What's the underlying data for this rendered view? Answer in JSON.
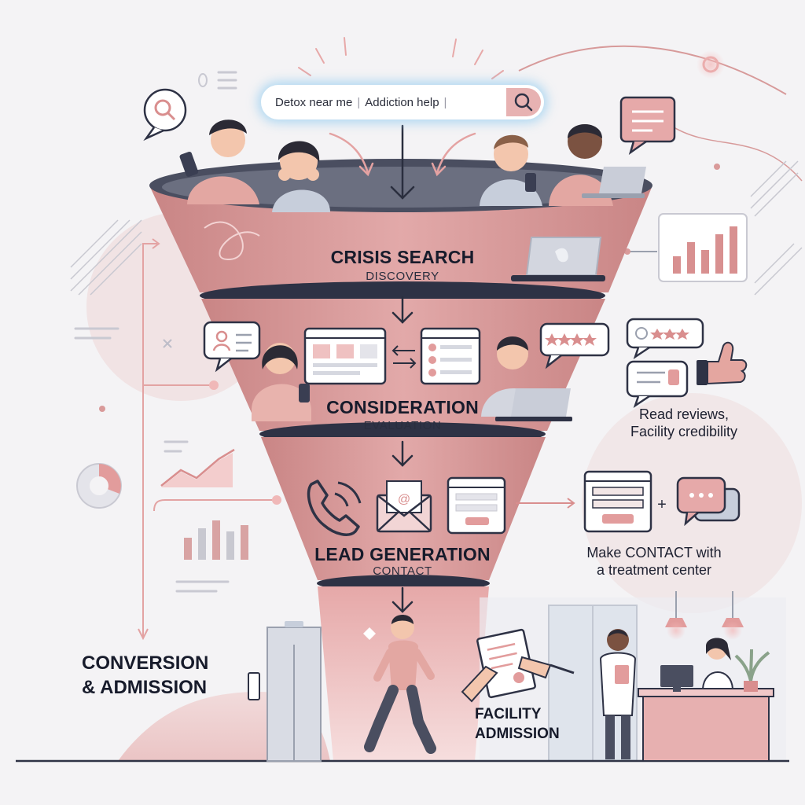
{
  "search": {
    "query_1": "Detox near me",
    "separator": "|",
    "query_2": "Addiction help",
    "cursor": "|"
  },
  "stages": [
    {
      "title": "CRISIS SEARCH",
      "subtitle": "DISCOVERY"
    },
    {
      "title": "CONSIDERATION",
      "subtitle": "EVALUATION"
    },
    {
      "title": "LEAD GENERATION",
      "subtitle": "CONTACT"
    }
  ],
  "side_notes": {
    "reviews_line_1": "Read reviews,",
    "reviews_line_2": "Facility credibility",
    "contact_line_1": "Make CONTACT with",
    "contact_line_2": "a treatment center"
  },
  "conversion": {
    "line_1": "CONVERSION",
    "line_2": "& ADMISSION"
  },
  "facility": {
    "line_1": "FACILITY",
    "line_2": "ADMISSION"
  },
  "plus_sign": "+",
  "email_symbol": "@",
  "colors": {
    "funnel_pink": "#d99a9a",
    "funnel_light": "#eebcbc",
    "funnel_rim": "#2e3245",
    "accent": "#e7b2b2",
    "ink": "#2a2e3e",
    "background": "#f4f3f5"
  }
}
